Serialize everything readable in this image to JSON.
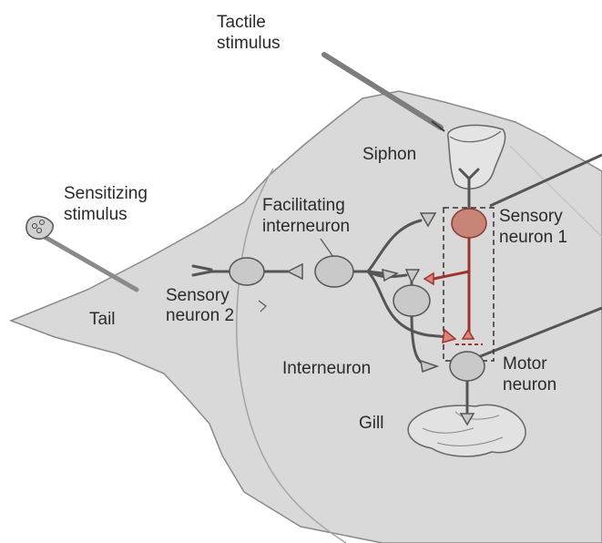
{
  "labels": {
    "tactile_stimulus": [
      "Tactile",
      "stimulus"
    ],
    "siphon": "Siphon",
    "sensitizing_stimulus": [
      "Sensitizing",
      "stimulus"
    ],
    "facilitating_interneuron": [
      "Facilitating",
      "interneuron"
    ],
    "sensory_neuron_1": [
      "Sensory",
      "neuron 1"
    ],
    "sensory_neuron_2": [
      "Sensory",
      "neuron 2"
    ],
    "tail": "Tail",
    "interneuron": "Interneuron",
    "motor_neuron": [
      "Motor",
      "neuron"
    ],
    "gill": "Gill"
  },
  "colors": {
    "body_fill": "#d9d9d9",
    "body_stroke": "#8a8a8a",
    "neuron_fill": "#c9c9c9",
    "neuron_stroke": "#555555",
    "sensory_neuron_1_fill": "#c98478",
    "red_pathway": "#a0332c",
    "probe": "#7d7d7d"
  }
}
